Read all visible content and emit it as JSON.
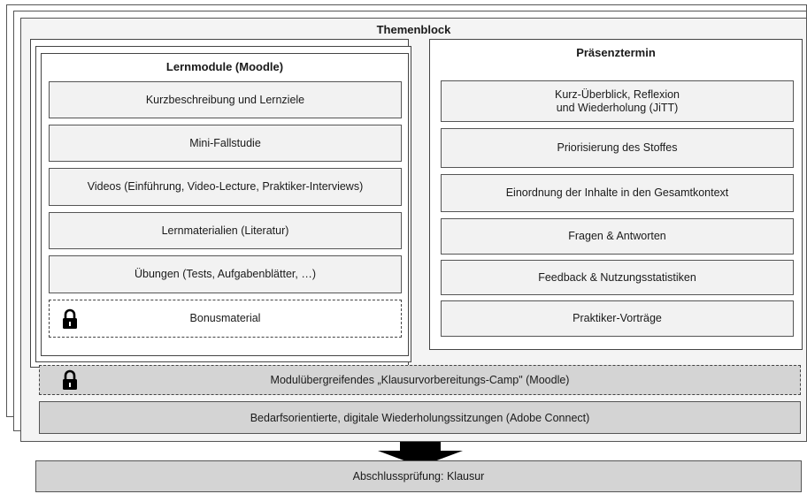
{
  "themenblock": {
    "title": "Themenblock"
  },
  "lernmodule": {
    "title": "Lernmodule (Moodle)",
    "items": [
      "Kurzbeschreibung und Lernziele",
      "Mini-Fallstudie",
      "Videos (Einführung,  Video-Lecture, Praktiker-Interviews)",
      "Lernmaterialien (Literatur)",
      "Übungen (Tests, Aufgabenblätter, …)"
    ],
    "bonus": "Bonusmaterial"
  },
  "praesenztermin": {
    "title": "Präsenztermin",
    "items": [
      "Kurz-Überblick, Reflexion\nund Wiederholung (JiTT)",
      "Priorisierung des Stoffes",
      "Einordnung der Inhalte  in den Gesamtkontext",
      "Fragen & Antworten",
      "Feedback & Nutzungsstatistiken",
      "Praktiker-Vorträge"
    ]
  },
  "klausur_camp": "Modulübergreifendes „Klausurvorbereitungs-Camp\" (Moodle)",
  "wiederholung": "Bedarfsorientierte, digitale Wiederholungssitzungen (Adobe Connect)",
  "abschluss": "Abschlussprüfung:  Klausur",
  "icons": {
    "lock": "lock-icon",
    "arrow": "arrow-down-icon"
  },
  "colors": {
    "bar_fill": "#d4d4d4",
    "box_fill": "#f2f2f2",
    "border": "#555555"
  }
}
